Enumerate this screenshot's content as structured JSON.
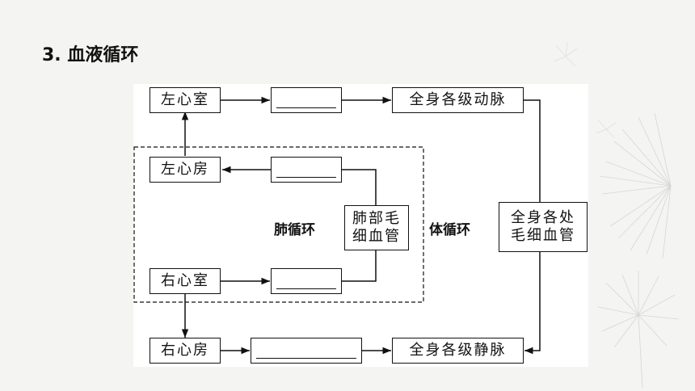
{
  "title": "3. 血液循环",
  "boxes": {
    "left_ventricle": "左心室",
    "left_atrium": "左心房",
    "right_ventricle": "右心室",
    "right_atrium": "右心房",
    "systemic_arteries": "全身各级动脉",
    "systemic_veins": "全身各级静脉",
    "lung_capillaries_line1": "肺部毛",
    "lung_capillaries_line2": "细血管",
    "body_capillaries_line1": "全身各处",
    "body_capillaries_line2": "毛细血管"
  },
  "labels": {
    "pulmonary": "肺循环",
    "systemic": "体循环"
  },
  "colors": {
    "line": "#111111",
    "panel": "#ffffff",
    "background": "#f4f4f2"
  }
}
